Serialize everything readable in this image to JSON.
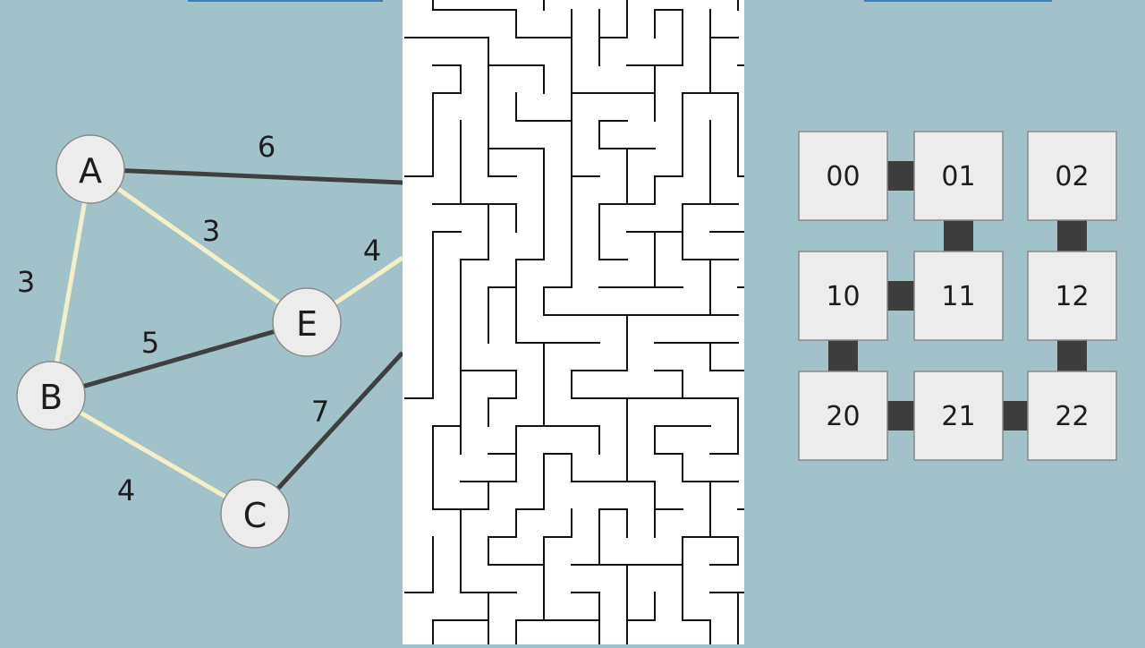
{
  "colors": {
    "background": "#a2c2c9",
    "node_fill": "#ececec",
    "node_stroke": "#8a8a8a",
    "edge_dark": "#3f3f3f",
    "edge_highlight": "#f4efc8",
    "maze_bg": "#ffffff",
    "maze_wall": "#111111",
    "cell_fill": "#ececec",
    "connector": "#3d3d3d",
    "topbar": "#3a7fbf"
  },
  "graph": {
    "nodes": [
      {
        "id": "A",
        "label": "A"
      },
      {
        "id": "B",
        "label": "B"
      },
      {
        "id": "C",
        "label": "C"
      },
      {
        "id": "E",
        "label": "E"
      }
    ],
    "edges": [
      {
        "id": "A-offscreen",
        "from": "A",
        "to": "off_top",
        "weight": "6",
        "highlighted": false
      },
      {
        "id": "A-E",
        "from": "A",
        "to": "E",
        "weight": "3",
        "highlighted": true
      },
      {
        "id": "A-B",
        "from": "A",
        "to": "B",
        "weight": "3",
        "highlighted": true
      },
      {
        "id": "E-offscreen",
        "from": "E",
        "to": "off_mid",
        "weight": "4",
        "highlighted": true
      },
      {
        "id": "B-E",
        "from": "B",
        "to": "E",
        "weight": "5",
        "highlighted": false
      },
      {
        "id": "C-offscreen",
        "from": "C",
        "to": "off_low",
        "weight": "7",
        "highlighted": false
      },
      {
        "id": "B-C",
        "from": "B",
        "to": "C",
        "weight": "4",
        "highlighted": true
      }
    ]
  },
  "grid": {
    "cells": [
      "00",
      "01",
      "02",
      "10",
      "11",
      "12",
      "20",
      "21",
      "22"
    ],
    "connections": [
      [
        "00",
        "01"
      ],
      [
        "01",
        "11"
      ],
      [
        "02",
        "12"
      ],
      [
        "10",
        "11"
      ],
      [
        "10",
        "20"
      ],
      [
        "12",
        "22"
      ],
      [
        "20",
        "21"
      ],
      [
        "21",
        "22"
      ]
    ]
  }
}
